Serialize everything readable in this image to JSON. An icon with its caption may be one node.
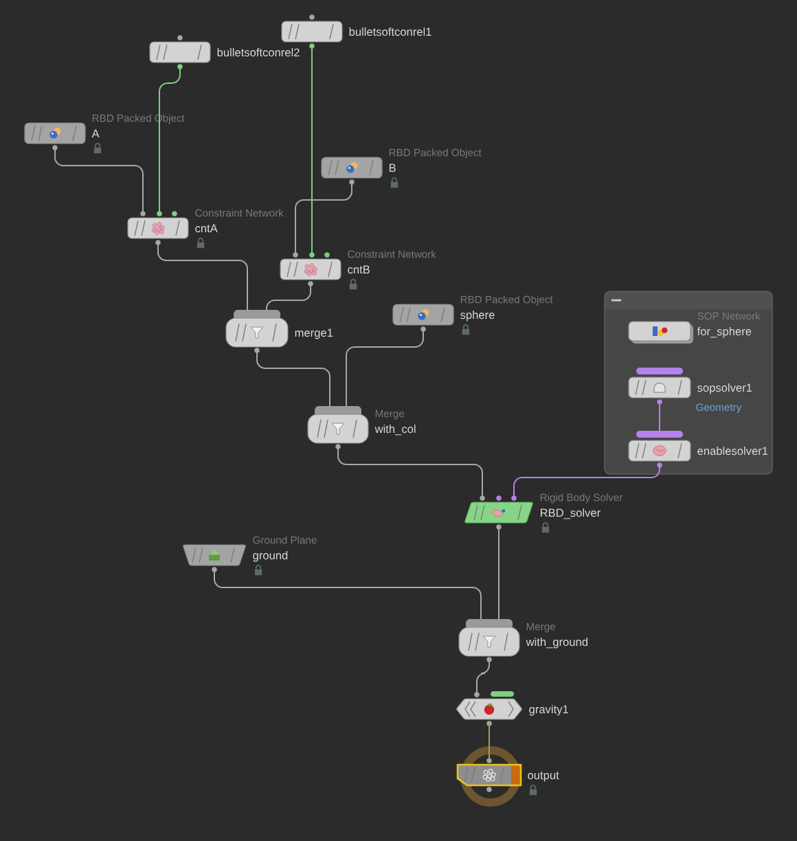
{
  "diagram": {
    "nodes": [
      {
        "text": [
          "bulletsoftconrel1"
        ]
      },
      {
        "text": [
          "bulletsoftconrel2"
        ]
      },
      {
        "text": [
          "RBD Packed Object",
          "A"
        ]
      },
      {
        "text": [
          "RBD Packed Object",
          "B"
        ]
      },
      {
        "text": [
          "Constraint Network",
          "cntA"
        ]
      },
      {
        "text": [
          "Constraint Network",
          "cntB"
        ]
      },
      {
        "text": [
          "merge1"
        ]
      },
      {
        "text": [
          "RBD Packed Object",
          "sphere"
        ]
      },
      {
        "text": [
          "Merge",
          "with_col"
        ]
      },
      {
        "text": [],
        "shape": "box"
      },
      {
        "text": [
          "SOP Network",
          "for_sphere"
        ],
        "in": 9
      },
      {
        "text": [
          "sopsolver1",
          "Geometry"
        ],
        "in": 9
      },
      {
        "text": [
          "enablesolver1"
        ],
        "in": 9
      },
      {
        "text": [
          "Rigid Body Solver",
          "RBD_solver"
        ]
      },
      {
        "text": [
          "Ground Plane",
          "ground"
        ]
      },
      {
        "text": [
          "Merge",
          "with_ground"
        ]
      },
      {
        "text": [
          "gravity1"
        ]
      },
      {
        "text": [
          "output"
        ]
      }
    ],
    "edges": [
      {
        "from": 1,
        "to": 4,
        "arrow": "none",
        "color": "#7ed07e"
      },
      {
        "from": 0,
        "to": 5,
        "arrow": "none",
        "color": "#7ed07e"
      },
      {
        "from": 2,
        "to": 4,
        "arrow": "none"
      },
      {
        "from": 3,
        "to": 5,
        "arrow": "none"
      },
      {
        "from": 4,
        "to": 6,
        "arrow": "none"
      },
      {
        "from": 5,
        "to": 6,
        "arrow": "none"
      },
      {
        "from": 6,
        "to": 8,
        "arrow": "none"
      },
      {
        "from": 7,
        "to": 8,
        "arrow": "none"
      },
      {
        "from": 8,
        "to": 13,
        "arrow": "none"
      },
      {
        "from": 11,
        "to": 12,
        "arrow": "none",
        "color": "#b482ec"
      },
      {
        "from": 12,
        "to": 13,
        "arrow": "none",
        "color": "#b482ec"
      },
      {
        "from": 13,
        "to": 15,
        "arrow": "none"
      },
      {
        "from": 14,
        "to": 15,
        "arrow": "none"
      },
      {
        "from": 15,
        "to": 16,
        "arrow": "none"
      },
      {
        "from": 16,
        "to": 17,
        "arrow": "none",
        "color": "#a19e66"
      }
    ]
  }
}
